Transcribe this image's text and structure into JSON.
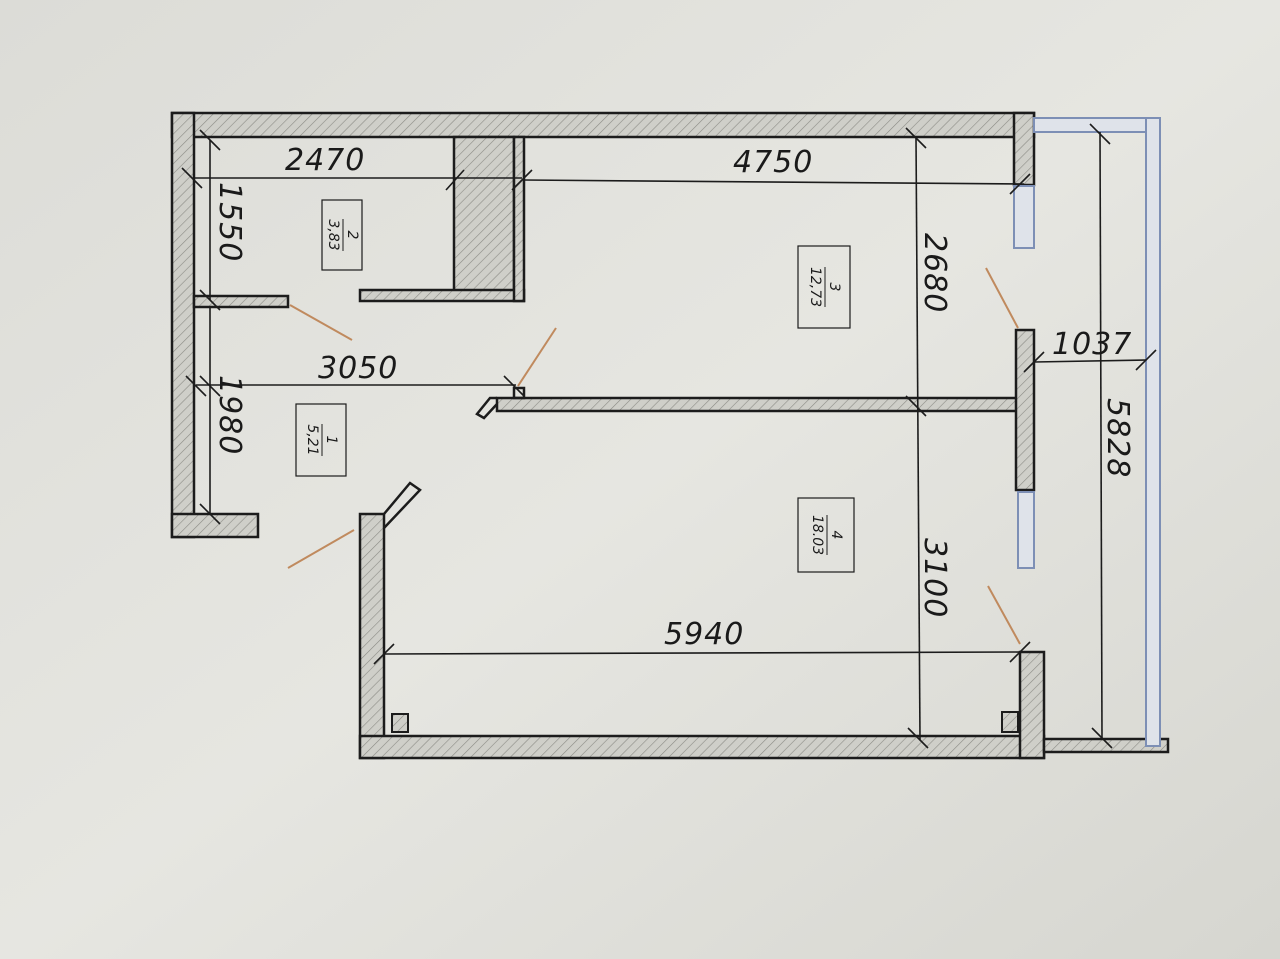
{
  "colors": {
    "paper": "#e4e4df",
    "wall_fill": "#c9c9c3",
    "line": "#1c1c1c",
    "window": "#7d8fb5",
    "pointer": "#c08a5e"
  },
  "dimensions": {
    "d2470": "2470",
    "d4750": "4750",
    "d1550": "1550",
    "d2680": "2680",
    "d3050": "3050",
    "d1037": "1037",
    "d1980": "1980",
    "d5828": "5828",
    "d3100": "3100",
    "d5940": "5940"
  },
  "rooms": [
    {
      "number": "1",
      "area": "5,21"
    },
    {
      "number": "2",
      "area": "3,83"
    },
    {
      "number": "3",
      "area": "12,73"
    },
    {
      "number": "4",
      "area": "18.03"
    }
  ]
}
